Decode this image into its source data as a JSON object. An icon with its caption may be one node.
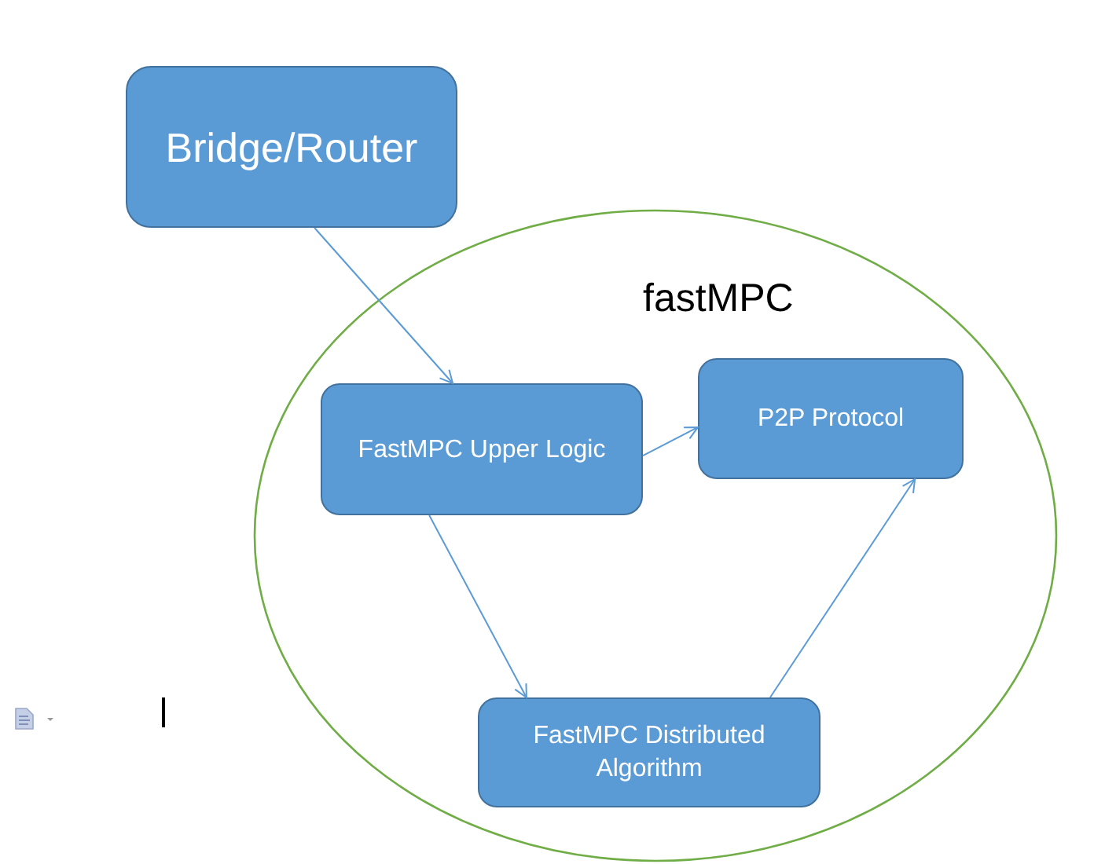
{
  "diagram": {
    "nodes": [
      {
        "text": [
          "fastMPC"
        ]
      },
      {
        "text": [
          "Bridge/Router"
        ]
      },
      {
        "text": [
          "FastMPC Upper Logic"
        ],
        "in": 0
      },
      {
        "text": [
          "P2P Protocol"
        ],
        "in": 0
      },
      {
        "text": [
          "FastMPC Distributed Algorithm"
        ],
        "in": 0
      }
    ],
    "edges": [
      {
        "from": 1,
        "to": 2,
        "arrow": "to"
      },
      {
        "from": 2,
        "to": 3,
        "arrow": "to"
      },
      {
        "from": 2,
        "to": 4,
        "arrow": "to"
      },
      {
        "from": 4,
        "to": 3,
        "arrow": "to"
      }
    ]
  }
}
